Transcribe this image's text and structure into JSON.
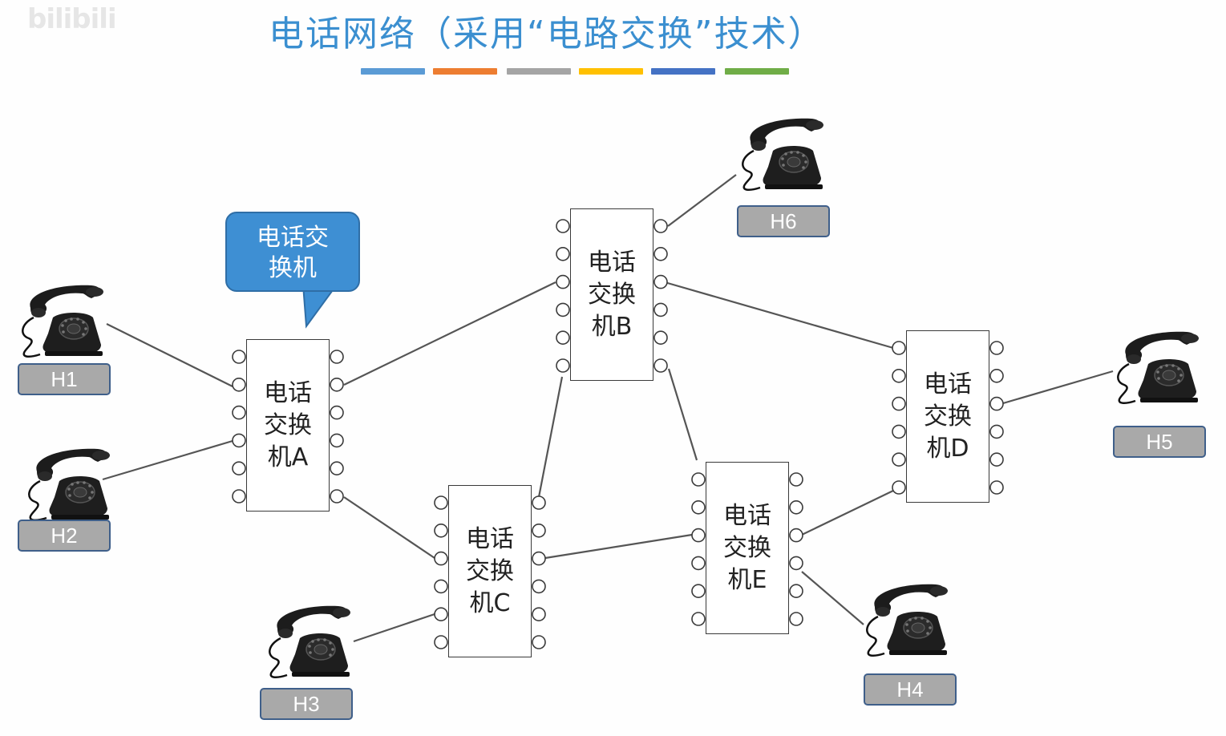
{
  "title": "电话网络（采用“电路交换”技术）",
  "watermark": "bilibili",
  "colors": {
    "title": "#3b8fd0",
    "bars": [
      "#5b9bd5",
      "#ed7d31",
      "#a5a5a5",
      "#ffc000",
      "#4472c4",
      "#70ad47"
    ],
    "callout": "#3e8fd3",
    "label_bg": "#a9a9a9",
    "line": "#555555"
  },
  "callout": {
    "line1": "电话交",
    "line2": "换机"
  },
  "switches": {
    "A": {
      "line1": "电话",
      "line2": "交换",
      "line3": "机A"
    },
    "B": {
      "line1": "电话",
      "line2": "交换",
      "line3": "机B"
    },
    "C": {
      "line1": "电话",
      "line2": "交换",
      "line3": "机C"
    },
    "D": {
      "line1": "电话",
      "line2": "交换",
      "line3": "机D"
    },
    "E": {
      "line1": "电话",
      "line2": "交换",
      "line3": "机E"
    }
  },
  "hosts": {
    "H1": "H1",
    "H2": "H2",
    "H3": "H3",
    "H4": "H4",
    "H5": "H5",
    "H6": "H6"
  },
  "icon": "rotary-telephone-icon"
}
